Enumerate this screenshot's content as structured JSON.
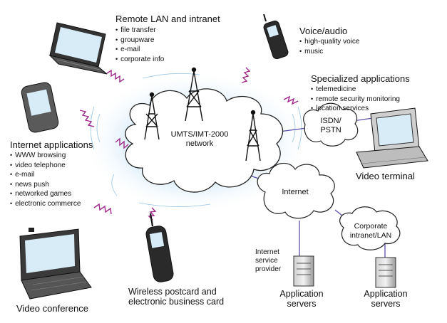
{
  "center": {
    "line1": "UMTS/IMT-2000",
    "line2": "network"
  },
  "remote_lan": {
    "title": "Remote LAN and intranet",
    "items": [
      "file transfer",
      "groupware",
      "e-mail",
      "corporate info"
    ]
  },
  "voice": {
    "title": "Voice/audio",
    "items": [
      "high-quality voice",
      "music"
    ]
  },
  "specialized": {
    "title": "Specialized applications",
    "items": [
      "telemedicine",
      "remote security monitoring",
      "location services"
    ]
  },
  "isdn": {
    "line1": "ISDN/",
    "line2": "PSTN"
  },
  "video_terminal": "Video terminal",
  "internet_apps": {
    "title": "Internet applications",
    "items": [
      "WWW browsing",
      "video telephone",
      "e-mail",
      "news push",
      "networked games",
      "electronic commerce"
    ]
  },
  "internet_cloud": "Internet",
  "corporate": {
    "line1": "Corporate",
    "line2": "intranet/LAN"
  },
  "isp": {
    "line1": "Internet",
    "line2": "service",
    "line3": "provider"
  },
  "app_servers_left": {
    "line1": "Application",
    "line2": "servers"
  },
  "app_servers_right": {
    "line1": "Application",
    "line2": "servers"
  },
  "wireless": {
    "line1": "Wireless postcard and",
    "line2": "electronic business card"
  },
  "video_conference": "Video conference",
  "colors": {
    "cloud_fill": "#ffffff",
    "cloud_glow": "#cfe6f6",
    "link": "#5a4fa8",
    "signal": "#a0288c",
    "device_dark": "#2a2a2a",
    "screen": "#d8ecf8"
  }
}
